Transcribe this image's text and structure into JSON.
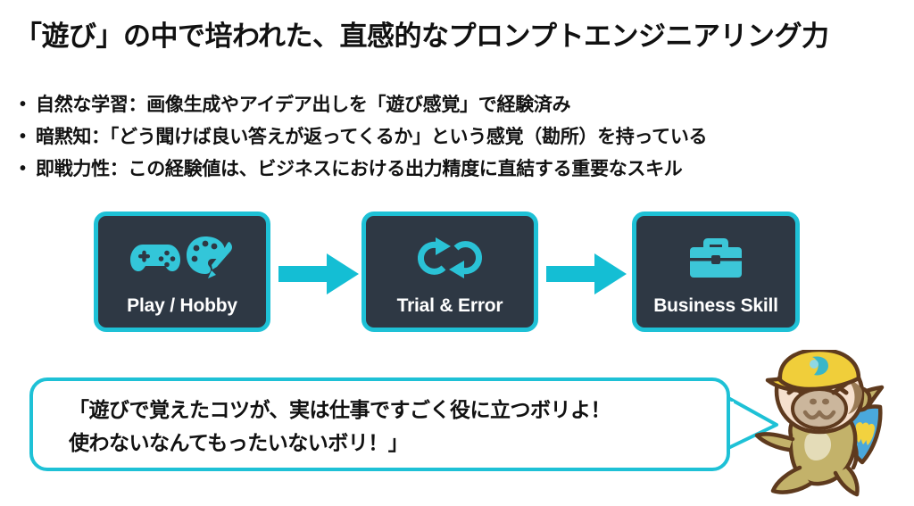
{
  "slide": {
    "title": "「遊び」の中で培われた、直感的なプロンプトエンジニアリング力",
    "background_color": "#ffffff",
    "accent_color": "#1ec1d6",
    "box_fill_color": "#2e3844",
    "text_color": "#111111"
  },
  "bullets": [
    {
      "marker": "•",
      "text": "自然な学習：画像生成やアイデア出しを「遊び感覚」で経験済み"
    },
    {
      "marker": "•",
      "text": "暗黙知：「どう聞けば良い答えが返ってくるか」という感覚（勘所）を持っている"
    },
    {
      "marker": "•",
      "text": "即戦力性：この経験値は、ビジネスにおける出力精度に直結する重要なスキル"
    }
  ],
  "flow": {
    "steps": [
      {
        "label": "Play / Hobby",
        "icons": [
          "gamepad-icon",
          "palette-icon"
        ]
      },
      {
        "label": "Trial & Error",
        "icons": [
          "cycle-arrows-icon"
        ]
      },
      {
        "label": "Business Skill",
        "icons": [
          "briefcase-icon"
        ]
      }
    ],
    "connector_icon": "arrow-right-icon",
    "connector_color": "#1ec1d6"
  },
  "speech": {
    "text": "「遊びで覚えたコツが、実は仕事ですごく役に立つボリよ！\n使わないなんてもったいないボリ！」",
    "border_color": "#1ec1d6"
  },
  "mascot": {
    "name": "monkey-mascot",
    "cap_color": "#f0ce3a",
    "body_color": "#c3b26a",
    "face_color": "#f6e0cd",
    "outline_color": "#5e3a1e",
    "flag_color": "#4aa8dc",
    "banana_color": "#f2d23f",
    "cap_logo_color": "#3ab6c8"
  }
}
